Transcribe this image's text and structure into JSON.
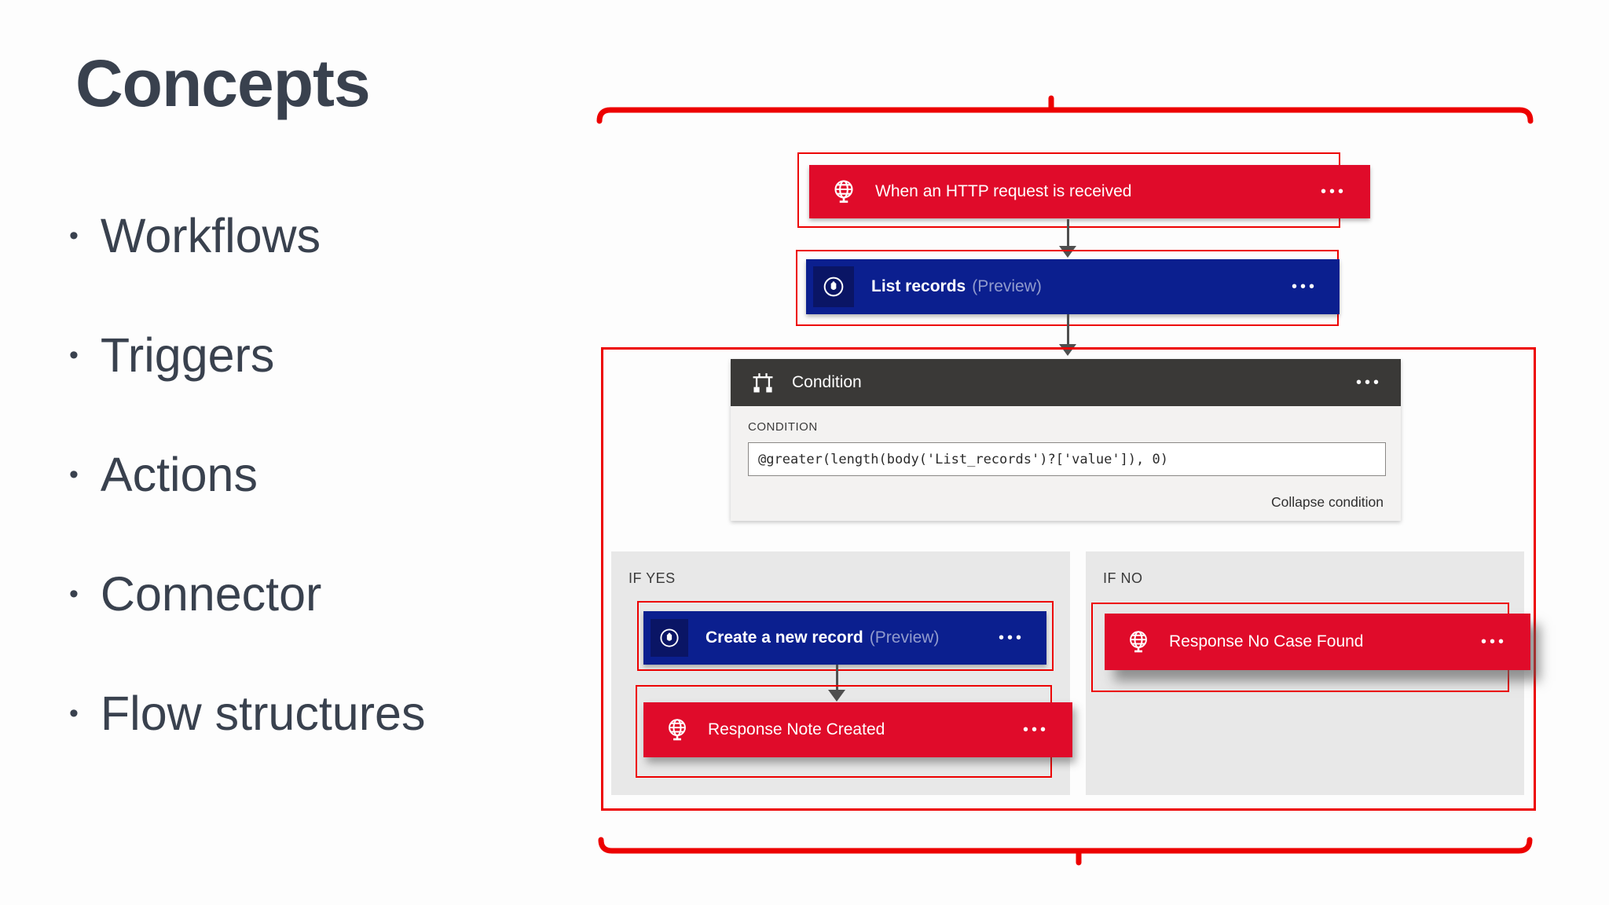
{
  "ui": {
    "menu_glyph": "•••",
    "bullet_glyph": "•"
  },
  "slide": {
    "title": "Concepts",
    "bullets": [
      "Workflows",
      "Triggers",
      "Actions",
      "Connector",
      "Flow structures"
    ]
  },
  "flow": {
    "trigger": {
      "label": "When an HTTP request is received"
    },
    "list_records": {
      "label": "List records",
      "preview": "(Preview)"
    },
    "condition": {
      "header": "Condition",
      "section_label": "CONDITION",
      "expression": "@greater(length(body('List_records')?['value']), 0)",
      "collapse_label": "Collapse condition"
    },
    "if_yes": {
      "label": "IF YES",
      "create_record": {
        "label": "Create a new record",
        "preview": "(Preview)"
      },
      "response_note": {
        "label": "Response Note Created"
      }
    },
    "if_no": {
      "label": "IF NO",
      "response_nocase": {
        "label": "Response No Case Found"
      }
    }
  },
  "icons": [
    "globe-icon",
    "dataverse-icon",
    "condition-branch-icon",
    "ellipsis-menu"
  ],
  "colors": {
    "annotation_red": "#ED0000",
    "crimson": "#E00B2A",
    "navy": "#0B1F8F",
    "navy_icon_square": "#0A1565",
    "condition_header_dark": "#3A3937",
    "condition_body_gray": "#F3F2F1",
    "panel_gray": "#E8E8E8",
    "slide_text": "#39414E",
    "arrow_gray": "#4F4F4F"
  }
}
